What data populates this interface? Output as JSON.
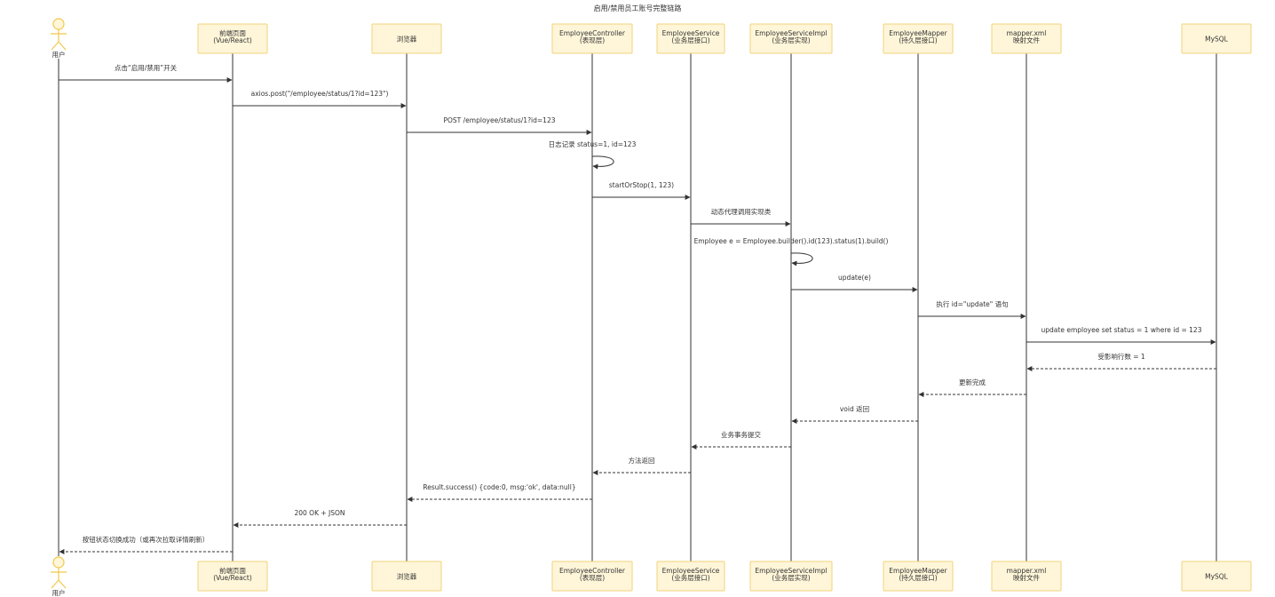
{
  "title": "启用/禁用员工账号完整链路",
  "colors": {
    "box_fill": "#FFF6D9",
    "box_stroke": "#F2D37A",
    "actor_stroke": "#F2C84B",
    "line": "#333333"
  },
  "participants": [
    {
      "id": "user",
      "kind": "actor",
      "label": [
        "用户"
      ]
    },
    {
      "id": "frontend",
      "kind": "box",
      "label": [
        "前端页面",
        "(Vue/React)"
      ]
    },
    {
      "id": "browser",
      "kind": "box",
      "label": [
        "浏览器"
      ]
    },
    {
      "id": "controller",
      "kind": "box",
      "label": [
        "EmployeeController",
        "(表现层)"
      ]
    },
    {
      "id": "service",
      "kind": "box",
      "label": [
        "EmployeeService",
        "(业务层接口)"
      ]
    },
    {
      "id": "serviceimpl",
      "kind": "box",
      "label": [
        "EmployeeServiceImpl",
        "(业务层实现)"
      ]
    },
    {
      "id": "mapper",
      "kind": "box",
      "label": [
        "EmployeeMapper",
        "(持久层接口)"
      ]
    },
    {
      "id": "mapperxml",
      "kind": "box",
      "label": [
        "mapper.xml",
        "映射文件"
      ]
    },
    {
      "id": "mysql",
      "kind": "box",
      "label": [
        "MySQL"
      ]
    }
  ],
  "messages": [
    {
      "from": "user",
      "to": "frontend",
      "text": "点击“启用/禁用”开关",
      "style": "solid"
    },
    {
      "from": "frontend",
      "to": "browser",
      "text": "axios.post(\"/employee/status/1?id=123\")",
      "style": "solid"
    },
    {
      "from": "browser",
      "to": "controller",
      "text": "POST /employee/status/1?id=123",
      "style": "solid"
    },
    {
      "from": "controller",
      "to": "controller",
      "text": "日志记录 status=1, id=123",
      "style": "self"
    },
    {
      "from": "controller",
      "to": "service",
      "text": "startOrStop(1, 123)",
      "style": "solid"
    },
    {
      "from": "service",
      "to": "serviceimpl",
      "text": "动态代理调用实现类",
      "style": "solid"
    },
    {
      "from": "serviceimpl",
      "to": "serviceimpl",
      "text": "Employee e = Employee.builder().id(123).status(1).build()",
      "style": "self"
    },
    {
      "from": "serviceimpl",
      "to": "mapper",
      "text": "update(e)",
      "style": "solid"
    },
    {
      "from": "mapper",
      "to": "mapperxml",
      "text": "执行 id=\"update\" 语句",
      "style": "solid"
    },
    {
      "from": "mapperxml",
      "to": "mysql",
      "text": "update employee set status = 1 where id = 123",
      "style": "solid"
    },
    {
      "from": "mysql",
      "to": "mapperxml",
      "text": "受影响行数 = 1",
      "style": "dashed"
    },
    {
      "from": "mapperxml",
      "to": "mapper",
      "text": "更新完成",
      "style": "dashed"
    },
    {
      "from": "mapper",
      "to": "serviceimpl",
      "text": "void 返回",
      "style": "dashed"
    },
    {
      "from": "serviceimpl",
      "to": "service",
      "text": "业务事务提交",
      "style": "dashed"
    },
    {
      "from": "service",
      "to": "controller",
      "text": "方法返回",
      "style": "dashed"
    },
    {
      "from": "controller",
      "to": "browser",
      "text": "Result.success() {code:0, msg:'ok', data:null}",
      "style": "dashed"
    },
    {
      "from": "browser",
      "to": "frontend",
      "text": "200 OK + JSON",
      "style": "dashed"
    },
    {
      "from": "frontend",
      "to": "user",
      "text": "按钮状态切换成功（或再次拉取详情刷新）",
      "style": "dashed"
    }
  ]
}
